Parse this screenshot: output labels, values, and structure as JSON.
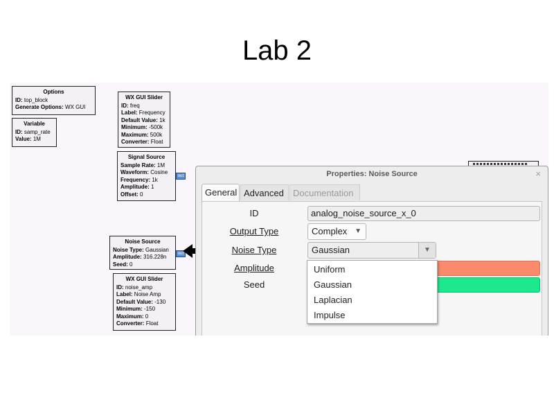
{
  "slide": {
    "title": "Lab 2"
  },
  "blocks": {
    "options": {
      "title": "Options",
      "id_label": "ID:",
      "id_value": "top_block",
      "gen_label": "Generate Options:",
      "gen_value": "WX GUI"
    },
    "variable": {
      "title": "Variable",
      "id_label": "ID:",
      "id_value": "samp_rate",
      "value_label": "Value:",
      "value_value": "1M"
    },
    "slider_freq": {
      "title": "WX GUI Slider",
      "rows": [
        {
          "k": "ID:",
          "v": "freq"
        },
        {
          "k": "Label:",
          "v": "Frequency"
        },
        {
          "k": "Default Value:",
          "v": "1k"
        },
        {
          "k": "Minimum:",
          "v": "-500k"
        },
        {
          "k": "Maximum:",
          "v": "500k"
        },
        {
          "k": "Converter:",
          "v": "Float"
        }
      ]
    },
    "signal_source": {
      "title": "Signal Source",
      "port": "out",
      "rows": [
        {
          "k": "Sample Rate:",
          "v": "1M"
        },
        {
          "k": "Waveform:",
          "v": "Cosine"
        },
        {
          "k": "Frequency:",
          "v": "1k"
        },
        {
          "k": "Amplitude:",
          "v": "1"
        },
        {
          "k": "Offset:",
          "v": "0"
        }
      ]
    },
    "noise_source": {
      "title": "Noise Source",
      "port": "out",
      "rows": [
        {
          "k": "Noise Type:",
          "v": "Gaussian"
        },
        {
          "k": "Amplitude:",
          "v": "316.228n"
        },
        {
          "k": "Seed:",
          "v": "0"
        }
      ]
    },
    "slider_noise": {
      "title": "WX GUI Slider",
      "rows": [
        {
          "k": "ID:",
          "v": "noise_amp"
        },
        {
          "k": "Label:",
          "v": "Noise Amp"
        },
        {
          "k": "Default Value:",
          "v": "-130"
        },
        {
          "k": "Minimum:",
          "v": "-150"
        },
        {
          "k": "Maximum:",
          "v": "0"
        },
        {
          "k": "Converter:",
          "v": "Float"
        }
      ]
    }
  },
  "dialog": {
    "title": "Properties: Noise Source",
    "close": "×",
    "tabs": {
      "general": "General",
      "advanced": "Advanced",
      "documentation": "Documentation"
    },
    "params": {
      "id_label": "ID",
      "id_value": "analog_noise_source_x_0",
      "output_type_label": "Output Type",
      "output_type_value": "Complex",
      "noise_type_label": "Noise Type",
      "noise_type_value": "Gaussian",
      "amplitude_label": "Amplitude",
      "seed_label": "Seed"
    },
    "noise_type_options": [
      "Uniform",
      "Gaussian",
      "Laplacian",
      "Impulse"
    ],
    "colors": {
      "amplitude_field": "#f98a6a",
      "seed_field": "#1ce88e"
    }
  },
  "icons": {
    "dropdown": "▼",
    "arrow": "left-arrow-icon"
  },
  "accent": {
    "port": "#5a8fd6"
  }
}
